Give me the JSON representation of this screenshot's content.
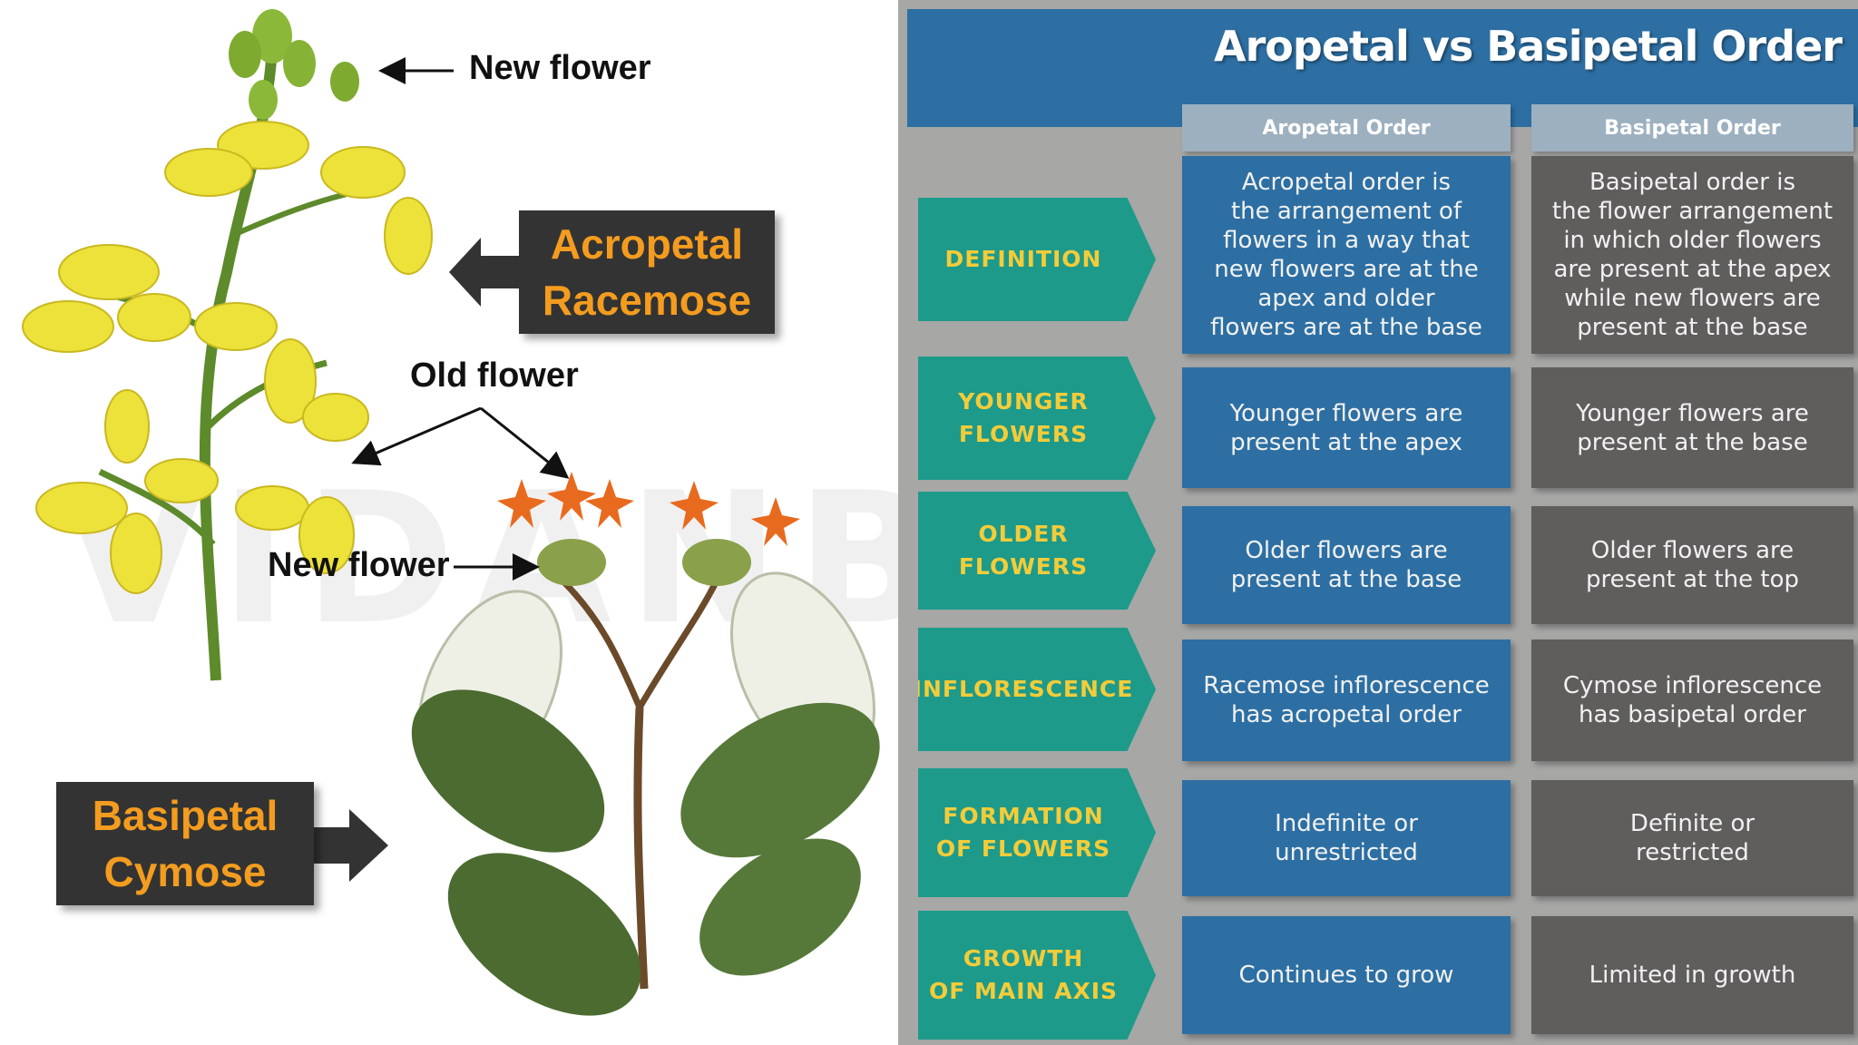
{
  "left": {
    "labels": {
      "new_flower_top": "New flower",
      "old_flower": "Old flower",
      "new_flower_mid": "New flower"
    },
    "acropetal_tag": {
      "line1": "Acropetal",
      "line2": "Racemose"
    },
    "basipetal_tag": {
      "line1": "Basipetal",
      "line2": "Cymose"
    },
    "watermark": "VIDANBIOLOGY"
  },
  "colors": {
    "header_blue": "#2d6fa3",
    "teal": "#1d9a8a",
    "gold_text": "#f3cc3a",
    "gray_cell": "#5f5e5d",
    "orange_text": "#f39c1f"
  },
  "table": {
    "title": "Aropetal vs Basipetal Order",
    "col_headers": [
      "Aropetal Order",
      "Basipetal Order"
    ],
    "rows": [
      {
        "label": "DEFINITION",
        "acropetal": "Acropetal order is\nthe arrangement of\nflowers in a way that\nnew flowers are at the\napex and older\nflowers are at the base",
        "basipetal": "Basipetal order is\nthe flower arrangement\nin which older flowers\nare present at the apex\nwhile new flowers are\npresent at the base"
      },
      {
        "label": "YOUNGER\nFLOWERS",
        "acropetal": "Younger flowers are\npresent at the apex",
        "basipetal": "Younger flowers are\npresent at the base"
      },
      {
        "label": "OLDER FLOWERS",
        "acropetal": "Older flowers are\npresent at the base",
        "basipetal": "Older flowers are\npresent at the top"
      },
      {
        "label": "INFLORESCENCE",
        "acropetal": "Racemose inflorescence\nhas acropetal order",
        "basipetal": "Cymose inflorescence\nhas basipetal order"
      },
      {
        "label": "FORMATION\nOF FLOWERS",
        "acropetal": "Indefinite or\nunrestricted",
        "basipetal": "Definite or\nrestricted"
      },
      {
        "label": "GROWTH\nOF MAIN AXIS",
        "acropetal": "Continues to grow",
        "basipetal": "Limited in growth"
      }
    ]
  }
}
